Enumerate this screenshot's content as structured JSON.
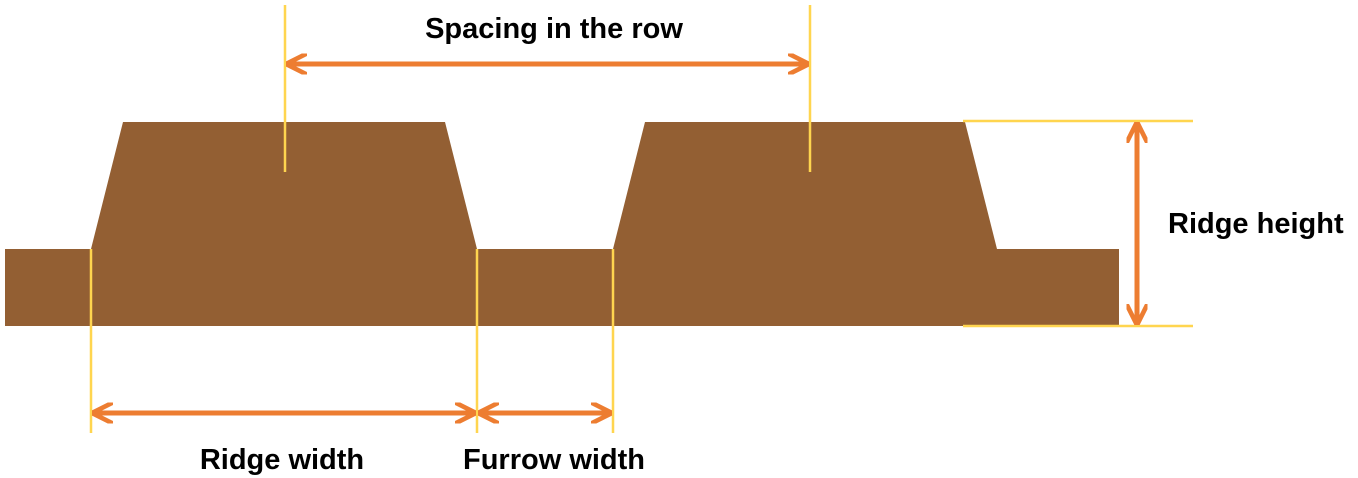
{
  "labels": {
    "spacing": "Spacing in the row",
    "ridge_height": "Ridge height",
    "ridge_width": "Ridge width",
    "furrow_width": "Furrow width"
  },
  "colors": {
    "soil": "#935F33",
    "guide_line": "#FFD54F",
    "arrow": "#ED7D31",
    "background": "#FFFFFF"
  }
}
